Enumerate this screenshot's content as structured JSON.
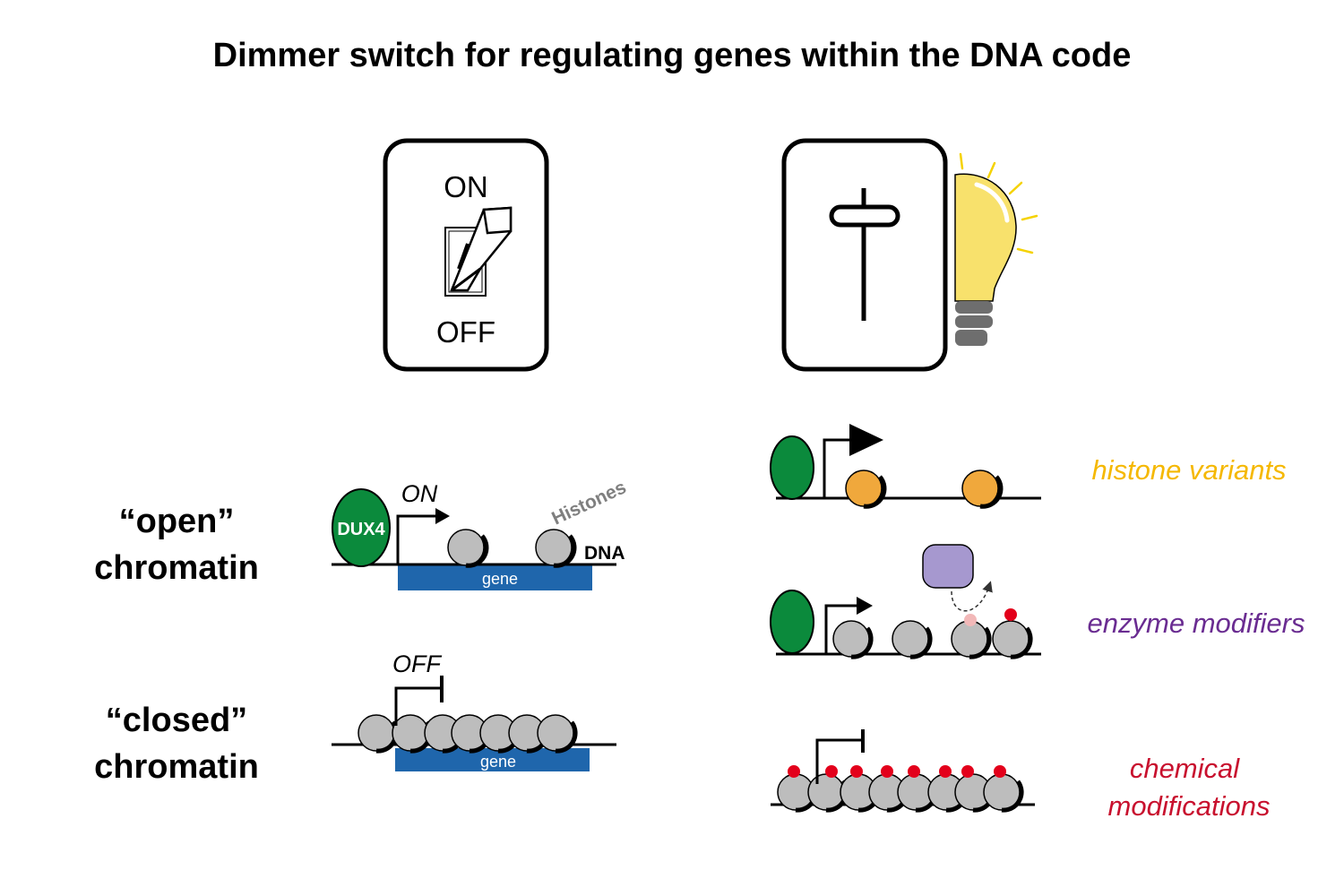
{
  "title": "Dimmer switch for regulating genes within the DNA code",
  "switch": {
    "on_label": "ON",
    "off_label": "OFF"
  },
  "open_chromatin": {
    "label_line1": "“open”",
    "label_line2": "chromatin",
    "state": "ON",
    "factor_label": "DUX4",
    "histones_label": "Histones",
    "dna_label": "DNA",
    "gene_label": "gene"
  },
  "closed_chromatin": {
    "label_line1": "“closed”",
    "label_line2": "chromatin",
    "state": "OFF",
    "gene_label": "gene"
  },
  "mechanisms": [
    {
      "label": "histone variants",
      "color": "#F5B800"
    },
    {
      "label": "enzyme modifiers",
      "color": "#6A2C91"
    },
    {
      "label_line1": "chemical",
      "label_line2": "modifications",
      "color": "#C8102E"
    }
  ],
  "colors": {
    "gene_bar": "#1F66AC",
    "transcription_factor": "#0B8A3C",
    "histone": "#BDBDBD",
    "histone_variant": "#F0A83C",
    "enzyme": "#A698CF",
    "mark_red": "#E3001B",
    "mark_pink": "#F2B8B8",
    "bulb": "#F8E16C",
    "bulb_base": "#6E6E6E"
  }
}
